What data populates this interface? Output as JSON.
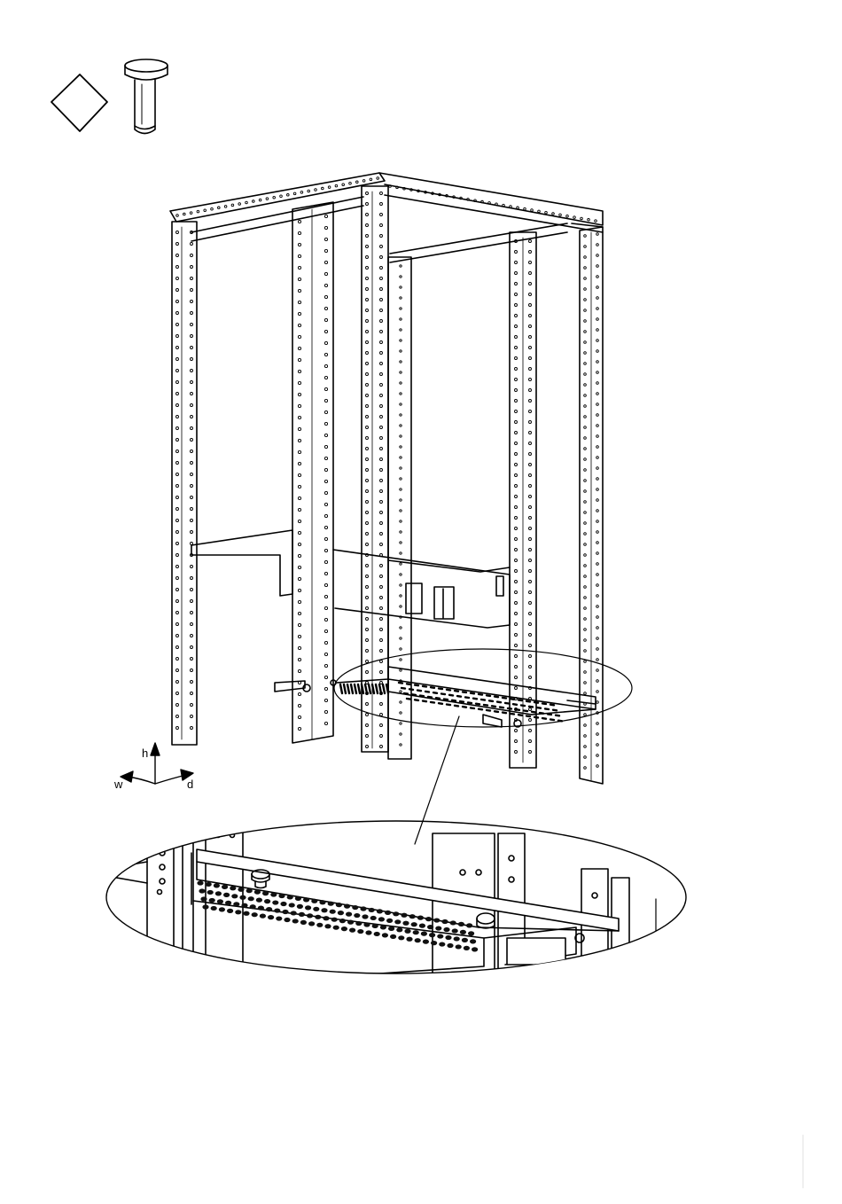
{
  "figure": {
    "hardware_icon": "diamond-step-icon",
    "part_icon": "bolt-icon",
    "axes": {
      "h": "h",
      "w": "w",
      "d": "d"
    },
    "colors": {
      "line": "#000000",
      "background": "#ffffff",
      "fill_dark": "#111111"
    }
  }
}
